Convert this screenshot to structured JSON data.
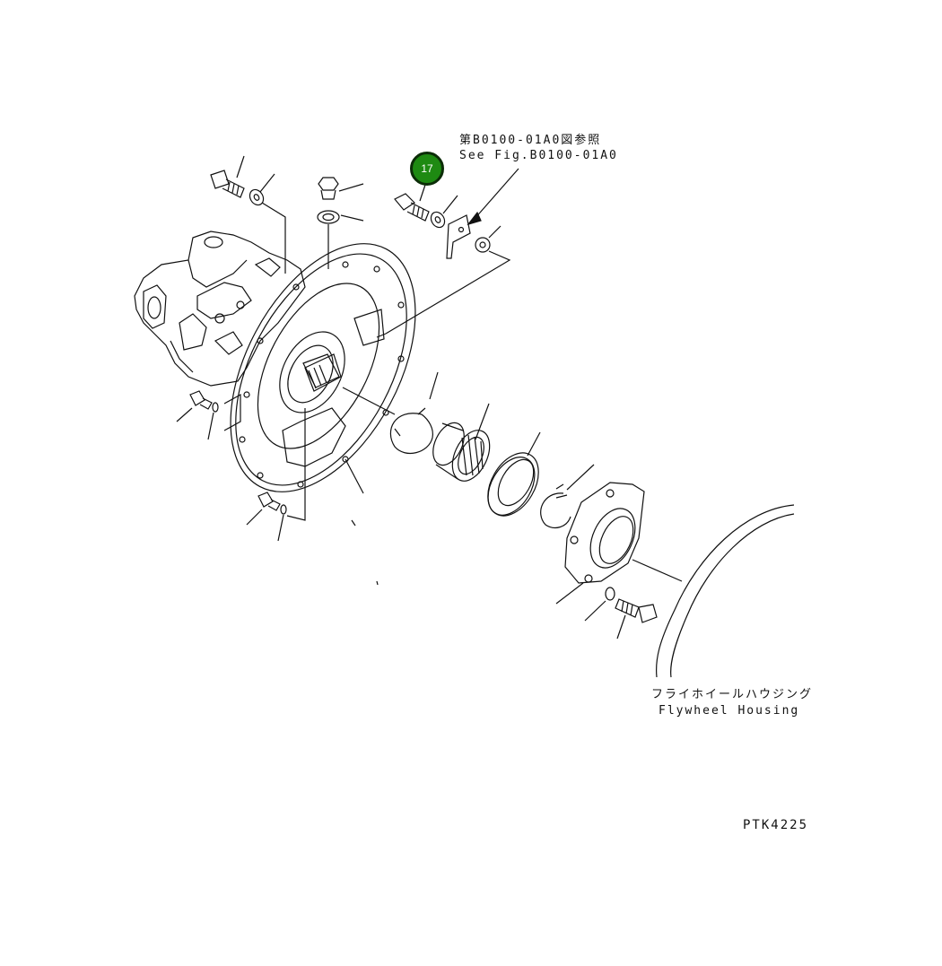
{
  "reference": {
    "jp": "第B0100-01A0図参照",
    "en": "See Fig.B0100-01A0"
  },
  "flywheel_housing": {
    "jp": "フライホイールハウジング",
    "en": "Flywheel Housing"
  },
  "figure_code": "PTK4225",
  "callouts": [
    {
      "number": "17",
      "color": "#1e8a12"
    }
  ]
}
